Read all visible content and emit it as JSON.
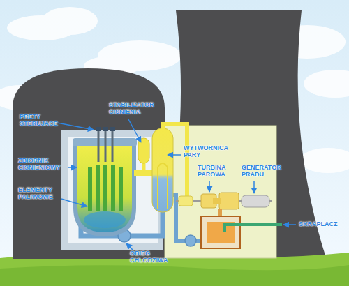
{
  "diagram": {
    "labels": [
      "PRETY STERUJACE",
      "ZBIORNIK CISNIENIOWY",
      "ELEMENTY PALIWOWE",
      "STABILIZATOR CISNIENIA",
      "WYTWORNICA PARY",
      "TURBINA PAROWA",
      "GENERATOR PRADU",
      "SKRAPLACZ",
      "OBIEG CHLODZIWA"
    ]
  }
}
